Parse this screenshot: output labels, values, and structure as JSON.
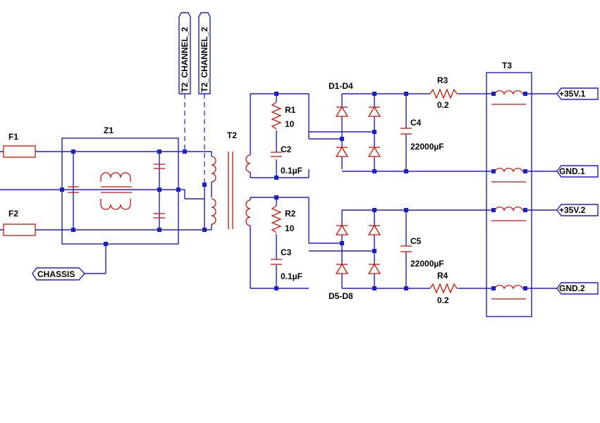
{
  "labels": {
    "f1": "F1",
    "f2": "F2",
    "z1": "Z1",
    "t2": "T2",
    "t3": "T3",
    "r1": "R1",
    "r1_value": "10",
    "r2": "R2",
    "r2_value": "10",
    "c2": "C2",
    "c2_value": "0.1µF",
    "c3": "C3",
    "c3_value": "0.1µF",
    "c4": "C4",
    "c4_value": "22000µF",
    "c5": "C5",
    "c5_value": "22000µF",
    "d1_d4": "D1-D4",
    "d5_d8": "D5-D8",
    "r3": "R3",
    "r3_value": "0.2",
    "r4": "R4",
    "r4_value": "0.2"
  },
  "ports": {
    "chassis": "CHASSIS",
    "channel_a": "T2_CHANNEL_2",
    "channel_b": "T2_CHANNEL_2",
    "out_pos_1": "+35V.1",
    "out_gnd_1": "GND.1",
    "out_pos_2": "+35V.2",
    "out_gnd_2": "GND.2"
  },
  "colors": {
    "wire": "#1f1fc8",
    "component": "#c8140a",
    "text": "#000000"
  }
}
